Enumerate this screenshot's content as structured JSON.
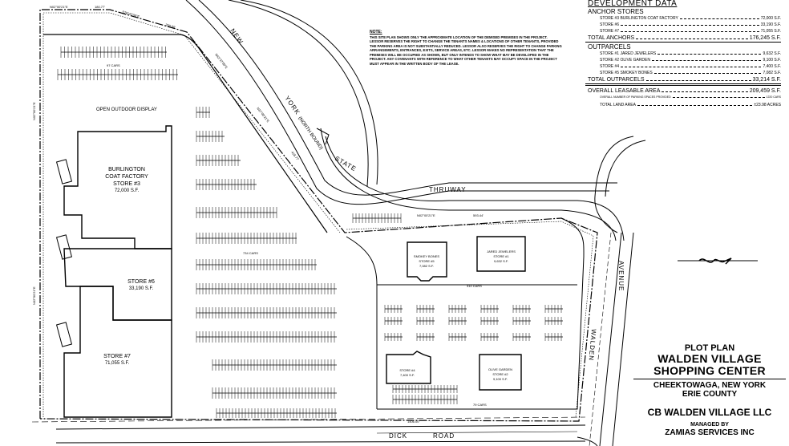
{
  "development_data": {
    "heading": "DEVELOPMENT DATA",
    "anchor_heading": "ANCHOR STORES",
    "anchors": [
      {
        "name": "STORE #3 BURLINGTON COAT FACTORY",
        "area": "72,000 S.F."
      },
      {
        "name": "STORE #6",
        "area": "33,190 S.F."
      },
      {
        "name": "STORE #7",
        "area": "71,055 S.F."
      }
    ],
    "total_anchors_label": "TOTAL ANCHORS",
    "total_anchors": "176,245 S.F.",
    "outparcel_heading": "OUTPARCELS",
    "outparcels": [
      {
        "name": "STORE #1 JARED JEWELERS",
        "area": "9,632 S.F."
      },
      {
        "name": "STORE #2 OLIVE GARDEN",
        "area": "9,100 S.F."
      },
      {
        "name": "STORE #4",
        "area": "7,400 S.F."
      },
      {
        "name": "STORE #5 SMOKEY BONES",
        "area": "7,082 S.F."
      }
    ],
    "total_outparcels_label": "TOTAL OUTPARCELS",
    "total_outparcels": "33,214 S.F.",
    "overall_label": "OVERALL LEASABLE AREA",
    "overall": "209,459 S.F.",
    "parking_label": "OVERALL NUMBER OF PARKING SPACES PROVIDED",
    "parking": "1220 CARS",
    "land_label": "TOTAL LAND AREA",
    "land": "±23.98 ACRES"
  },
  "note": {
    "heading": "NOTE:",
    "text": "THIS SITE PLAN SHOWS ONLY THE APPROXIMATE LOCATION OF THE DEMISED PREMISES IN THE PROJECT. LESSOR RESERVES THE RIGHT TO CHANGE THE TENANTS NAMES & LOCATIONS OF OTHER TENANTS, PROVIDED THE PARKING AREA IS NOT SUBSTANTIALLY REDUCED. LESSOR ALSO RESERVES THE RIGHT TO CHANGE PARKING ARRANGEMENTS, ENTRANCES, EXITS, SERVICE AREAS, ETC. LESSOR MAKES NO REPRESENTATION THAT THE PREMISES WILL BE OCCUPIED AS SHOWN, BUT ONLY INTENDS TO SHOW WHAT MAY BE DEVELOPED IN THE PROJECT. ANY COVENANTS WITH REFERENCE TO WHAT OTHER TENANTS MAY OCCUPY SPACE IN THE PROJECT MUST APPEAR IN THE WRITTEN BODY OF THE LEASE."
  },
  "title_block": {
    "line1": "PLOT PLAN",
    "line2": "WALDEN VILLAGE",
    "line3": "SHOPPING CENTER",
    "line4": "CHEEKTOWAGA, NEW YORK",
    "line5": "ERIE COUNTY",
    "owner": "CB WALDEN VILLAGE LLC",
    "managed_by": "MANAGED BY",
    "manager": "ZAMIAS SERVICES INC"
  },
  "plan": {
    "buildings": {
      "burlington": [
        "BURLINGTON",
        "COAT FACTORY",
        "STORE #3",
        "72,000 S.F."
      ],
      "store6": [
        "STORE #6",
        "33,190 S.F."
      ],
      "store7": [
        "STORE #7",
        "71,055 S.F."
      ],
      "smokey": [
        "SMOKEY BONES",
        "STORE #5",
        "7,082 S.F."
      ],
      "jared": [
        "JARED JEWELERS",
        "STORE #1",
        "9,632 S.F."
      ],
      "store4": [
        "STORE #4",
        "7,400 S.F."
      ],
      "olive": [
        "OLIVE GARDEN",
        "STORE #2",
        "9,100 S.F."
      ]
    },
    "areas": {
      "outdoor_display": "OPEN OUTDOOR DISPLAY",
      "cars_97": "97 CARS",
      "cars_734": "734 CARS",
      "cars_310": "310 CARS",
      "cars_79": "79 CARS"
    },
    "roads": {
      "new": "NEW",
      "york": "YORK",
      "north_bound": "(NORTH BOUND)",
      "state": "STATE",
      "thruway": "THRUWAY",
      "walden": "WALDEN",
      "avenue": "AVENUE",
      "dick": "DICK",
      "road": "ROAD"
    },
    "bearings": {
      "b1": "N02°00'21\"E",
      "d1": "180.77'",
      "b2": "S78°42'00\"E",
      "d2": "308.00'",
      "b3": "N43°37'00\"E",
      "b4": "N37°00'21\"E",
      "d4": "418.77'",
      "b5": "N02°00'21\"E",
      "d5": "593.44'",
      "d6": "1406.00'",
      "left": "N02°00'21\"E",
      "left2": "N02°00'21\"E"
    }
  }
}
